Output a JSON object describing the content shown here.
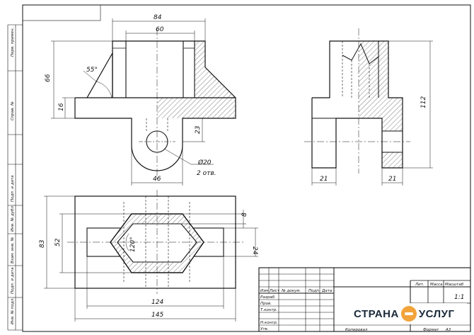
{
  "drawing": {
    "front_view": {
      "dims": {
        "top_width": "84",
        "inner_width": "60",
        "angle": "55°",
        "height": "66",
        "base_height": "16",
        "hole_offset": "23",
        "hole_dia": "Ø20",
        "hole_count": "2 отв.",
        "bottom_width": "46"
      }
    },
    "side_view": {
      "dims": {
        "height": "112",
        "left_width": "21",
        "right_width": "21"
      }
    },
    "top_view": {
      "dims": {
        "depth": "83",
        "inner_depth": "52",
        "angle": "120°",
        "slot_width": "24",
        "gap": "8",
        "inner_length": "124",
        "length": "145"
      }
    }
  },
  "side_stamp": [
    "Инв. № подл.",
    "Подп. и дата",
    "Взам. инв. №",
    "Инв. № дубл.",
    "Подп. и дата",
    "Справ. №",
    "Перв. примен."
  ],
  "title_block": {
    "headers": [
      "Изм",
      "Лист",
      "№ докум.",
      "Подп.",
      "Дата"
    ],
    "roles": [
      "Разраб.",
      "Пров.",
      "Т.контр.",
      "Н.контр.",
      "Утв."
    ],
    "lit_label": "Лит.",
    "mass_label": "Масса",
    "scale_label": "Масштаб",
    "scale_value": "1:1",
    "copied": "Копировал",
    "format_label": "Формат",
    "format_value": "А3"
  },
  "logo": {
    "left": "СТРАНА",
    "right": "УСЛУГ"
  }
}
